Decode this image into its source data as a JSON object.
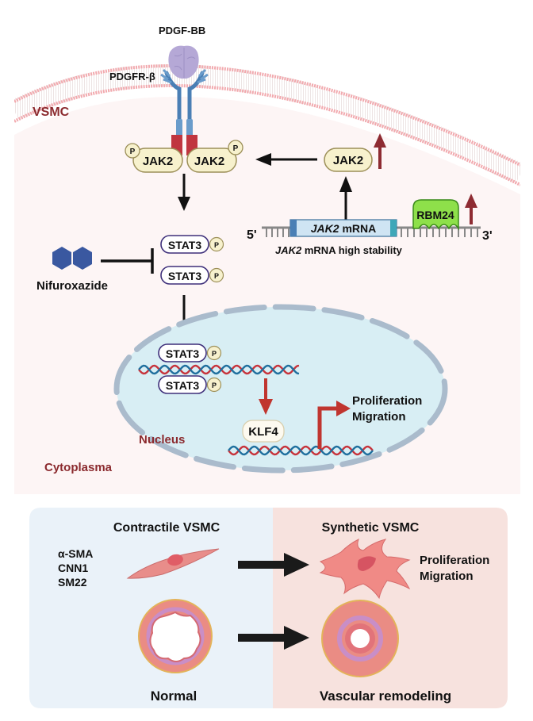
{
  "top_panel": {
    "ligand_label": "PDGF-BB",
    "receptor_label": "PDGFR-β",
    "cell_label": "VSMC",
    "cytoplasm_label": "Cytoplasma",
    "nucleus_label": "Nucleus",
    "jak2_left": "JAK2",
    "jak2_right": "JAK2",
    "jak2_free": "JAK2",
    "phospho": "P",
    "stat3": [
      "STAT3",
      "STAT3"
    ],
    "stat3_nuclear": [
      "STAT3",
      "STAT3"
    ],
    "inhibitor_label": "Nifuroxazide",
    "mrna": {
      "five_prime": "5'",
      "three_prime": "3'",
      "gene_italic": "JAK2",
      "gene_suffix": " mRNA",
      "caption_italic": "JAK2",
      "caption_suffix": " mRNA high stability"
    },
    "rbp_label": "RBM24",
    "klf4_label": "KLF4",
    "outcomes": [
      "Proliferation",
      "Migration"
    ]
  },
  "bottom_panel": {
    "left_title": "Contractile VSMC",
    "markers": [
      "α-SMA",
      "CNN1",
      "SM22"
    ],
    "left_caption": "Normal",
    "right_title": "Synthetic VSMC",
    "outcomes": [
      "Proliferation",
      "Migration"
    ],
    "right_caption": "Vascular remodeling"
  },
  "colors": {
    "cell_label": "#8b2a2e",
    "membrane": "#f2a9ae",
    "cytoplasm_bg": "#fdf5f5",
    "nucleus_bg": "#d8eef4",
    "envelope": "#aabbcc",
    "jak2_fill": "#f7f1cd",
    "jak2_stroke": "#9c8f58",
    "stat3_stroke": "#3e2f7a",
    "receptor": "#4a7fb5",
    "ligand": "#b5a8d6",
    "up_arrow": "#8e2b32",
    "red_arrow": "#c0352f",
    "rbm24_fill": "#8ee04a",
    "mrna_box": "#cfe4f3",
    "left_panel_bg": "#eaf2f9",
    "right_panel_bg": "#f7e2de",
    "inhibitor": "#3a58a0"
  }
}
